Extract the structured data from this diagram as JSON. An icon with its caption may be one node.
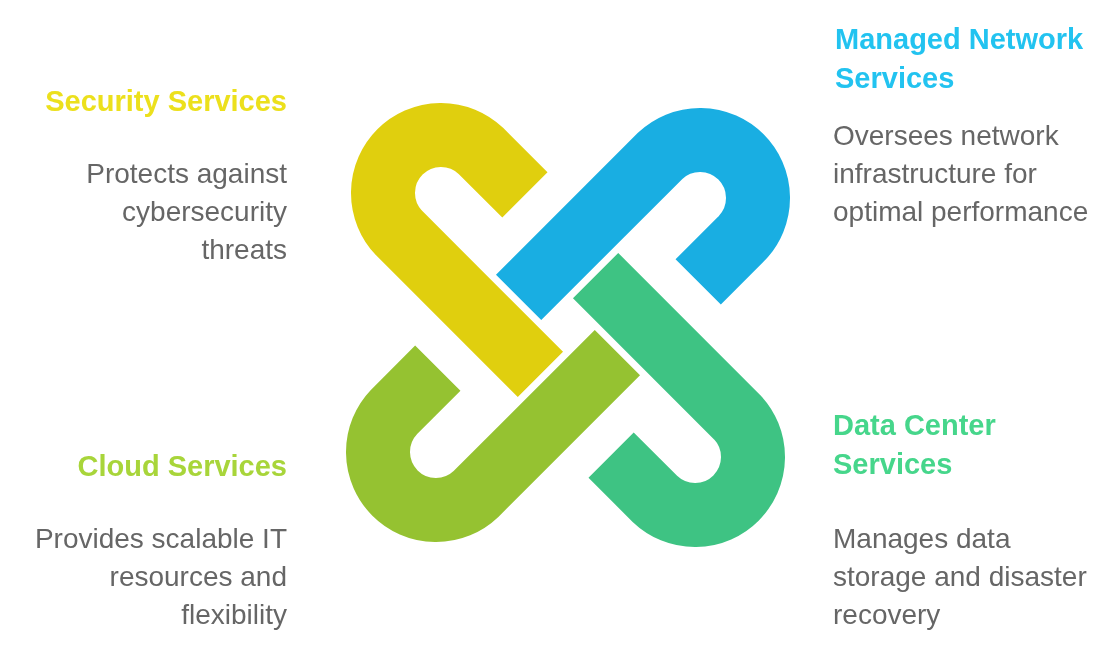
{
  "diagram": {
    "labels": [
      "Security Services",
      "Protects against cybersecurity threats",
      "Managed Network Services",
      "Oversees network infrastructure for optimal performance",
      "Cloud Services",
      "Provides scalable IT resources and flexibility",
      "Data Center Services",
      "Manages data storage and disaster recovery"
    ]
  }
}
